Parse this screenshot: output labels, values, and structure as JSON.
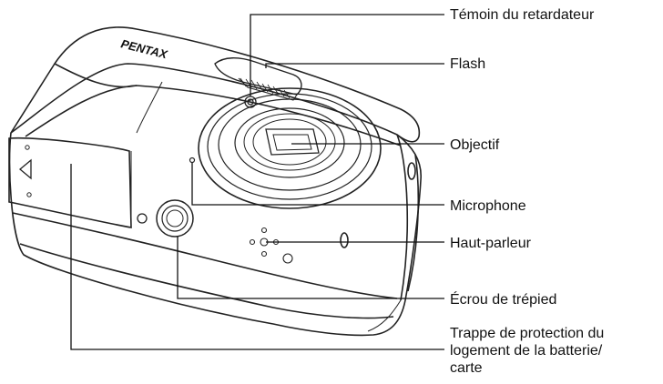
{
  "callouts": {
    "self_timer_lamp": "Témoin du retardateur",
    "flash": "Flash",
    "lens": "Objectif",
    "microphone": "Microphone",
    "speaker": "Haut-parleur",
    "tripod_socket": "Écrou de trépied",
    "battery_cover": {
      "line1": "Trappe de protection du",
      "line2": "logement de la batterie/",
      "line3": "carte"
    }
  },
  "camera": {
    "brand_logo": "PENTAX",
    "left_arrow_icon": "triangle-left-icon"
  },
  "colors": {
    "line": "#111111",
    "body_stroke": "#222222",
    "background": "#ffffff"
  }
}
